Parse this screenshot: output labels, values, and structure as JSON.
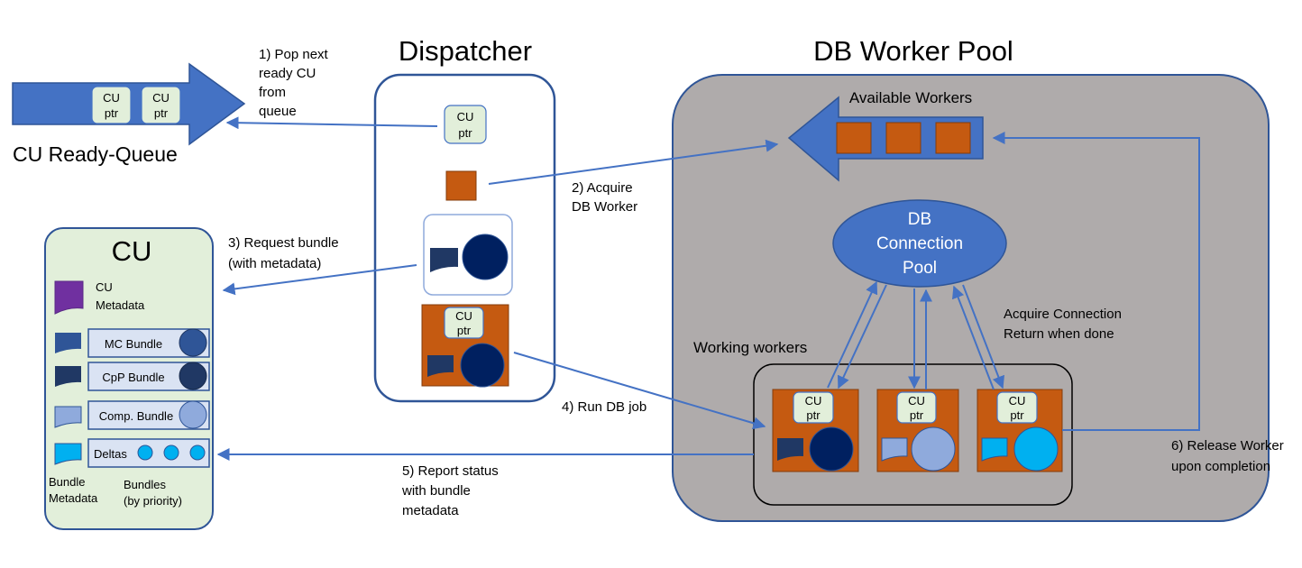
{
  "titles": {
    "dispatcher": "Dispatcher",
    "db_worker_pool": "DB Worker Pool",
    "ready_queue": "CU Ready-Queue",
    "cu": "CU",
    "available_workers": "Available Workers",
    "working_workers": "Working workers"
  },
  "queue": {
    "items": [
      [
        "CU",
        "ptr"
      ],
      [
        "CU",
        "ptr"
      ]
    ]
  },
  "dispatcher": {
    "cu_ptr": [
      "CU",
      "ptr"
    ],
    "job_cu_ptr": [
      "CU",
      "ptr"
    ]
  },
  "cu_panel": {
    "metadata_label": [
      "CU",
      "Metadata"
    ],
    "bundles": [
      "MC Bundle",
      "CpP Bundle",
      "Comp. Bundle",
      "Deltas"
    ],
    "footer_left": [
      "Bundle",
      "Metadata"
    ],
    "footer_right": [
      "Bundles",
      "(by priority)"
    ]
  },
  "pool": {
    "connection_pool": [
      "DB",
      "Connection",
      "Pool"
    ],
    "connection_note": [
      "Acquire Connection",
      "Return when done"
    ],
    "worker_cu_ptr": [
      "CU",
      "ptr"
    ]
  },
  "steps": [
    [
      "1) Pop next",
      "ready CU",
      "from",
      "queue"
    ],
    [
      "2) Acquire",
      "DB Worker"
    ],
    [
      "3) Request bundle",
      "(with metadata)"
    ],
    [
      "4) Run DB job"
    ],
    [
      "5) Report status",
      "with bundle",
      "metadata"
    ],
    [
      "6) Release Worker",
      "upon completion"
    ]
  ],
  "colors": {
    "arrow_blue": "#4472C4",
    "worker_orange": "#C55A11",
    "cu_panel_fill": "#E2EFDA",
    "pool_fill": "#AFABAB",
    "ptr_fill": "#E2EFDA",
    "mc_bundle": "#2F5597",
    "cpp_bundle": "#203864",
    "comp_bundle": "#8FAADC",
    "deltas": "#00B0F0",
    "dispatch_bundle": "#002060",
    "metadata_purple": "#7030A0"
  }
}
